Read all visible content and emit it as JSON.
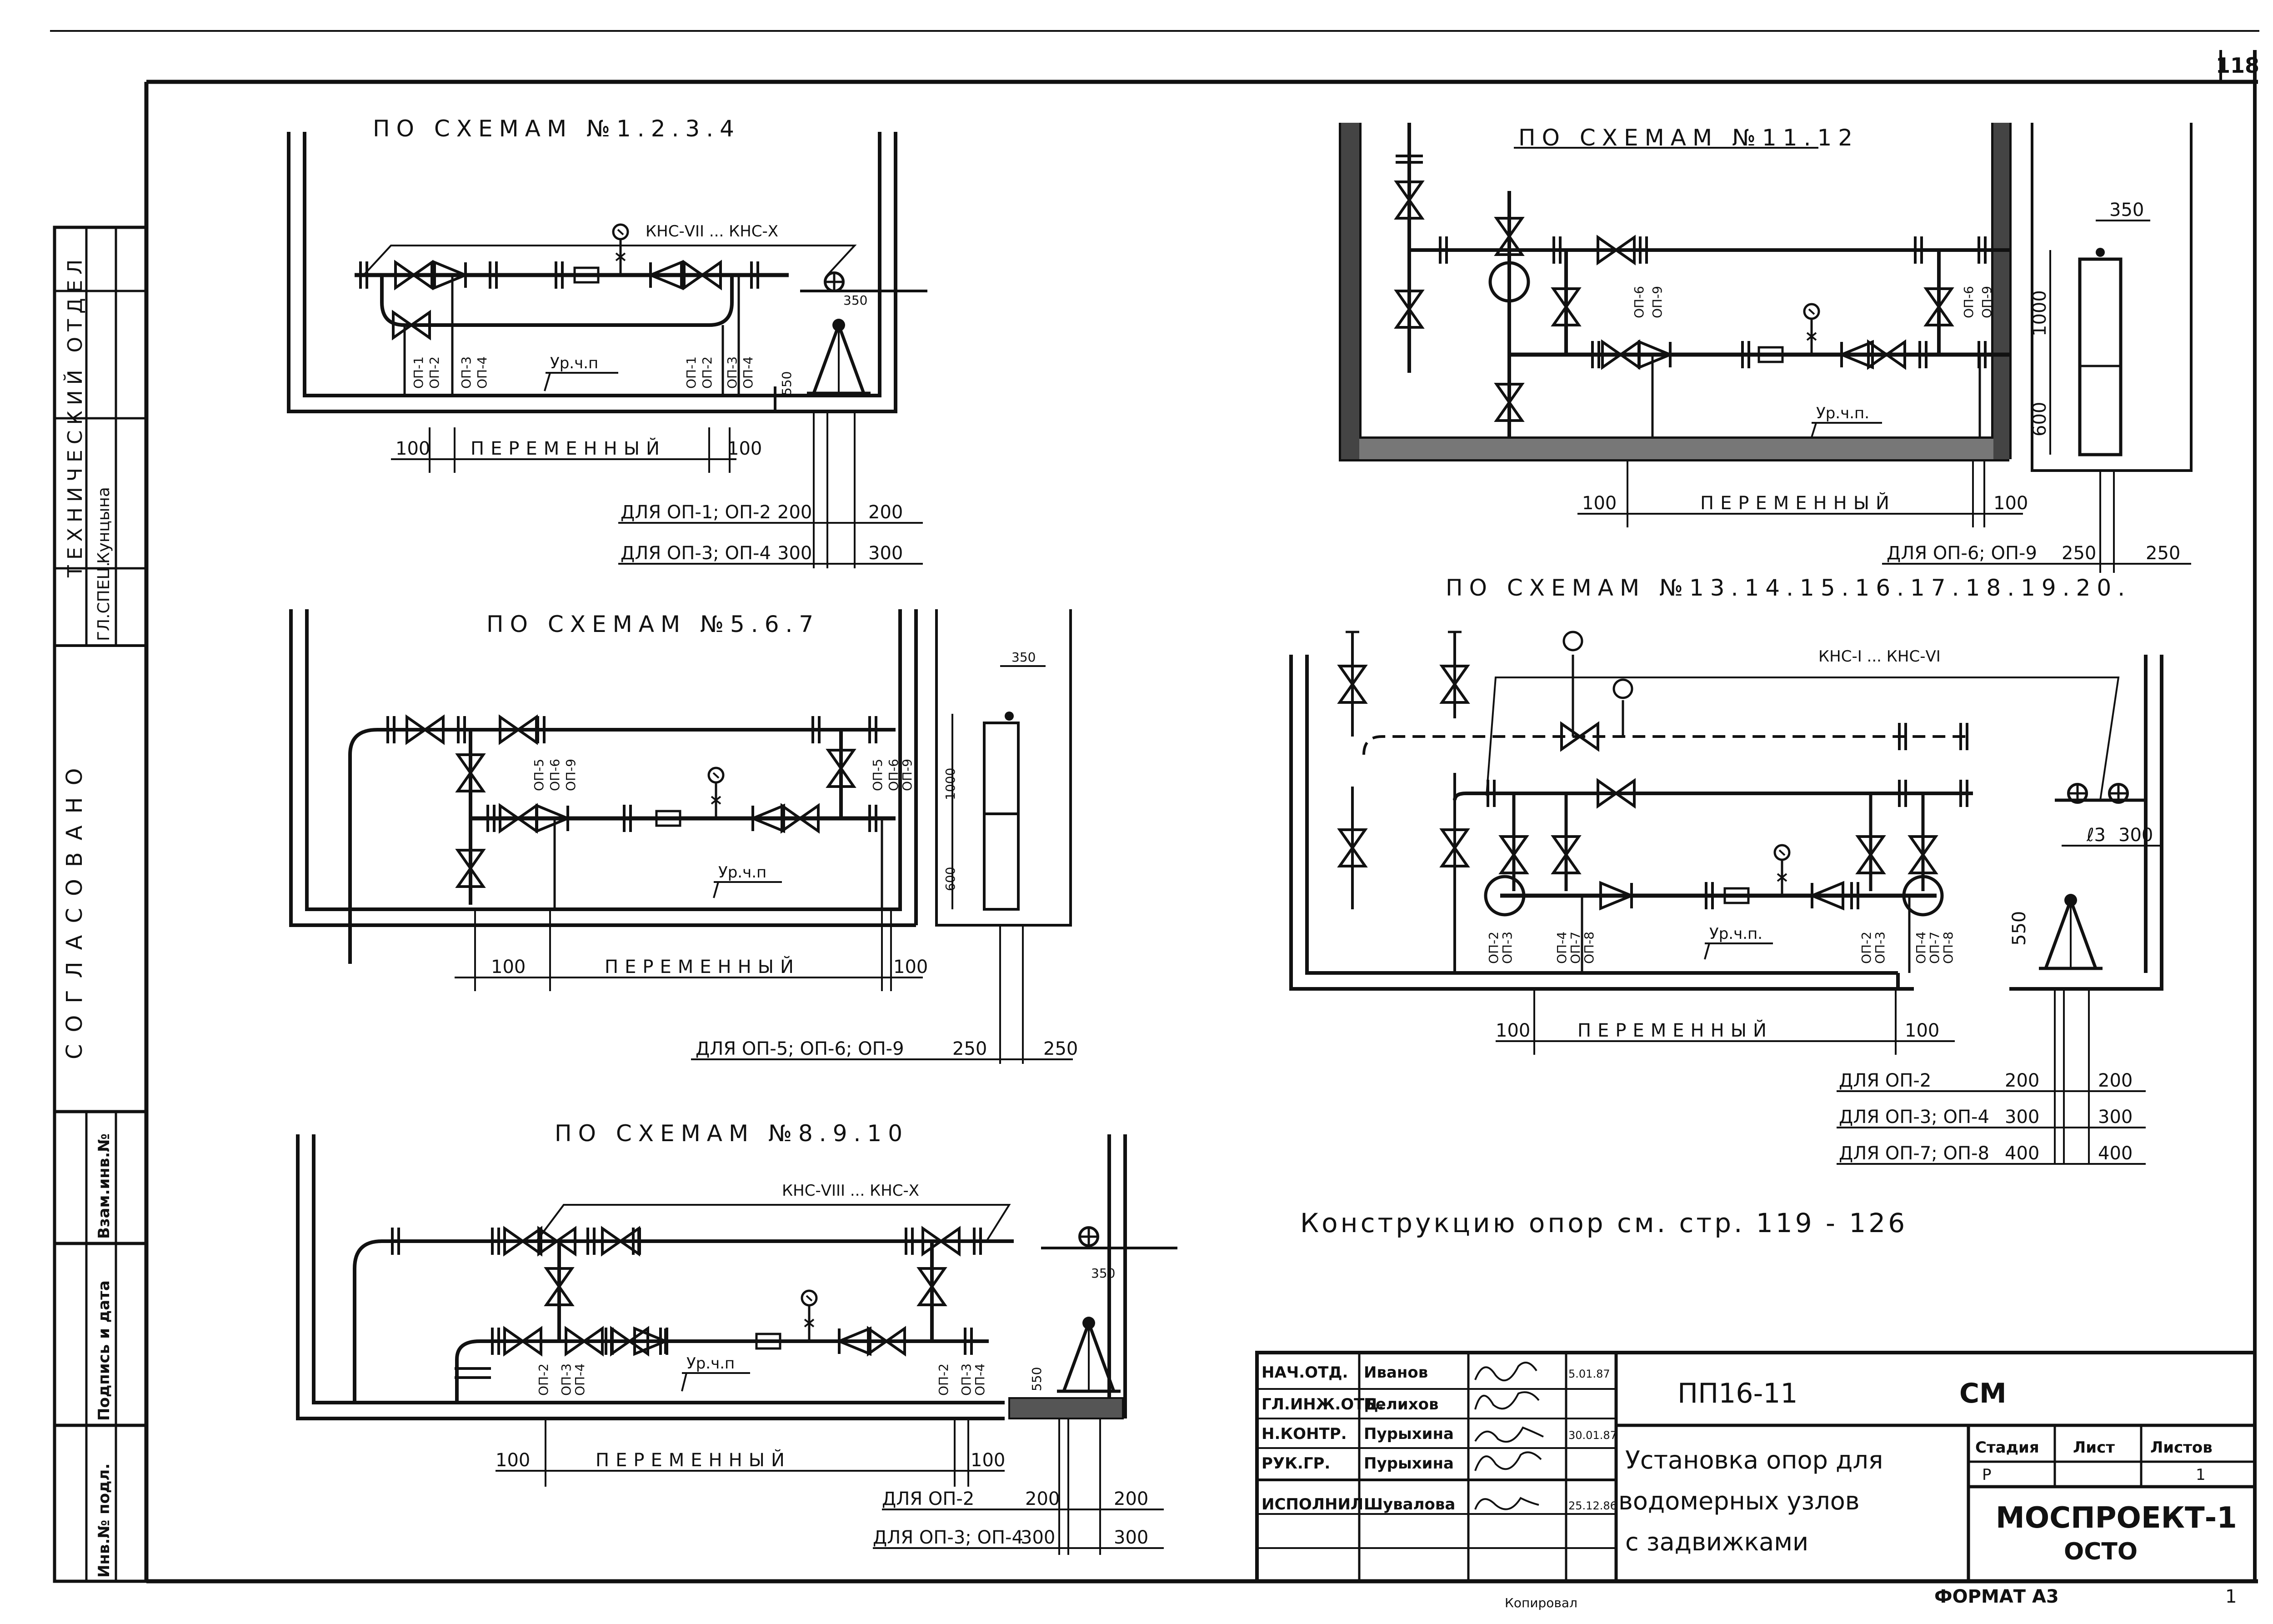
{
  "page": {
    "sheet_number": "118",
    "bottom_note": "Копировал",
    "format": "ФОРМАТ А3",
    "corner": "1"
  },
  "side_stamp": {
    "dept": "ТЕХНИЧЕСКИЙ ОТДЕЛ",
    "glspec_role": "ГЛ.СПЕЦ.",
    "glspec_name": "Кунцына",
    "agreed": "СОГЛАСОВАНО",
    "inv_vzam": "Взам.инв.№",
    "podpis_data": "Подпись и дата",
    "inv_podl": "Инв.№ подл."
  },
  "schemes": [
    {
      "title": "ПО СХЕМАМ №1.2.3.4",
      "kns": "КНС-VII ... КНС-X",
      "level": "Ур.ч.п",
      "supports": [
        "ОП-1",
        "ОП-2",
        "ОП-3",
        "ОП-4",
        "ОП-1",
        "ОП-2",
        "ОП-3",
        "ОП-4"
      ],
      "dims": {
        "d350": "350",
        "d550": "550",
        "left": "100",
        "var": "ПЕРЕМЕННЫЙ",
        "right": "100"
      },
      "rows": [
        {
          "label": "ДЛЯ ОП-1; ОП-2",
          "a": "200",
          "b": "200"
        },
        {
          "label": "ДЛЯ ОП-3; ОП-4",
          "a": "300",
          "b": "300"
        }
      ]
    },
    {
      "title": "ПО СХЕМАМ №5.6.7",
      "level": "Ур.ч.п",
      "supports": [
        "ОП-5",
        "ОП-6",
        "ОП-9",
        "ОП-5",
        "ОП-6",
        "ОП-9"
      ],
      "dims": {
        "d350": "350",
        "d1000": "1000",
        "d600": "600",
        "left": "100",
        "var": "ПЕРЕМЕННЫЙ",
        "right": "100"
      },
      "rows": [
        {
          "label": "ДЛЯ ОП-5; ОП-6; ОП-9",
          "a": "250",
          "b": "250"
        }
      ]
    },
    {
      "title": "ПО СХЕМАМ №8.9.10",
      "kns": "КНС-VIII ... КНС-X",
      "level": "Ур.ч.п",
      "supports": [
        "ОП-2",
        "ОП-3",
        "ОП-4",
        "ОП-2",
        "ОП-3",
        "ОП-4"
      ],
      "dims": {
        "d350": "350",
        "d550": "550",
        "left": "100",
        "var": "ПЕРЕМЕННЫЙ",
        "right": "100"
      },
      "rows": [
        {
          "label": "ДЛЯ ОП-2",
          "a": "200",
          "b": "200"
        },
        {
          "label": "ДЛЯ ОП-3; ОП-4",
          "a": "300",
          "b": "300"
        }
      ]
    },
    {
      "title": "ПО СХЕМАМ №11.12",
      "level": "Ур.ч.п.",
      "supports": [
        "ОП-6",
        "ОП-9",
        "ОП-6",
        "ОП-9"
      ],
      "dims": {
        "d350": "350",
        "d1000": "1000",
        "d600": "600",
        "left": "100",
        "var": "ПЕРЕМЕННЫЙ",
        "right": "100"
      },
      "rows": [
        {
          "label": "ДЛЯ ОП-6; ОП-9",
          "a": "250",
          "b": "250"
        }
      ]
    },
    {
      "title": "ПО СХЕМАМ №13.14.15.16.17.18.19.20.",
      "kns": "КНС-I ... КНС-VI",
      "level": "Ур.ч.п.",
      "supports": [
        "ОП-2",
        "ОП-3",
        "ОП-4",
        "ОП-7",
        "ОП-8",
        "ОП-2",
        "ОП-3",
        "ОП-4",
        "ОП-7",
        "ОП-8"
      ],
      "dims": {
        "l3": "ℓ3",
        "d300": "300",
        "d550": "550",
        "left": "100",
        "var": "ПЕРЕМЕННЫЙ",
        "right": "100"
      },
      "rows": [
        {
          "label": "ДЛЯ ОП-2",
          "a": "200",
          "b": "200"
        },
        {
          "label": "ДЛЯ ОП-3; ОП-4",
          "a": "300",
          "b": "300"
        },
        {
          "label": "ДЛЯ ОП-7; ОП-8",
          "a": "400",
          "b": "400"
        }
      ]
    }
  ],
  "note": "Конструкцию опор см. стр. 119 - 126",
  "title_block": {
    "people": [
      {
        "role": "НАЧ.ОТД.",
        "name": "Иванов",
        "date": "5.01.87"
      },
      {
        "role": "ГЛ.ИНЖ.ОТД.",
        "name": "Белихов",
        "date": ""
      },
      {
        "role": "Н.КОНТР.",
        "name": "Пурыхина",
        "date": "30.01.87"
      },
      {
        "role": "РУК.ГР.",
        "name": "Пурыхина",
        "date": ""
      },
      {
        "role": "ИСПОЛНИЛ",
        "name": "Шувалова",
        "date": "25.12.86"
      }
    ],
    "code": "ПП16-11",
    "mark": "СМ",
    "title": [
      "Установка опор для",
      "водомерных узлов",
      "с задвижками"
    ],
    "stage_head": "Стадия",
    "sheet_head": "Лист",
    "sheets_head": "Листов",
    "stage": "Р",
    "sheets": "1",
    "org": "МОСПРОЕКТ-1",
    "org_sub": "ОСТО"
  }
}
